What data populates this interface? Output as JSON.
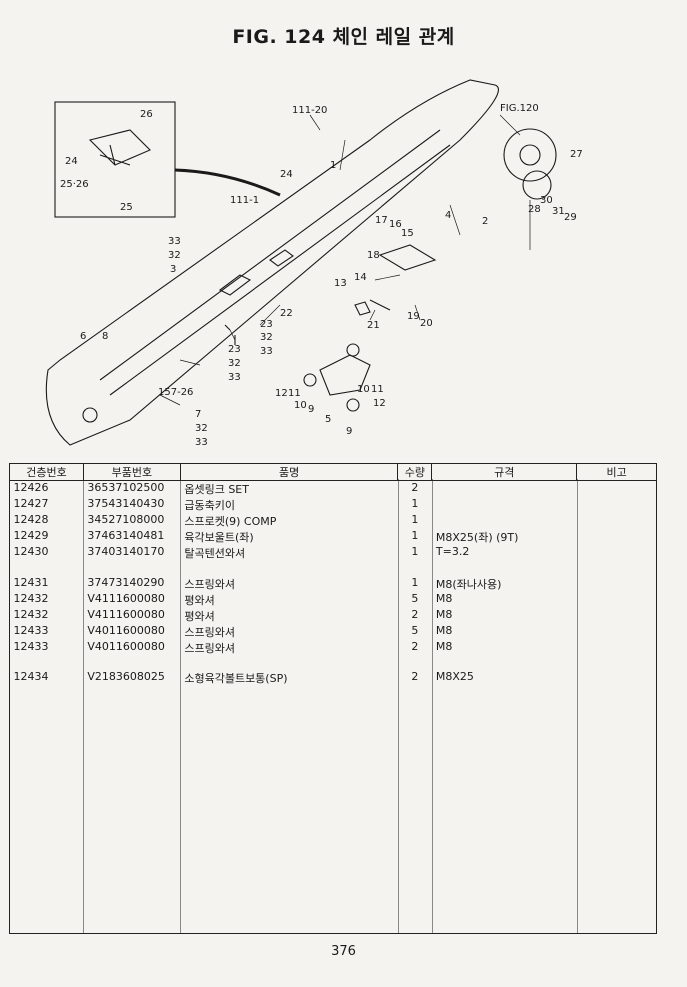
{
  "title": "FIG. 124 체인 레일 관계",
  "callouts": [
    "26",
    "24",
    "25·26",
    "25",
    "111-20",
    "111-1",
    "24",
    "1",
    "FIG.120",
    "27",
    "28",
    "30",
    "31",
    "29",
    "2",
    "4",
    "17",
    "16",
    "15",
    "18",
    "13",
    "14",
    "19",
    "20",
    "21",
    "33",
    "32",
    "3",
    "22",
    "23",
    "32",
    "33",
    "23",
    "32",
    "33",
    "6",
    "8",
    "157-26",
    "7",
    "32",
    "33",
    "12",
    "11",
    "10",
    "9",
    "5",
    "10",
    "11",
    "12",
    "9"
  ],
  "table": {
    "headers": [
      "건층번호",
      "부품번호",
      "품명",
      "수량",
      "규격",
      "비고"
    ],
    "rows": [
      {
        "no": "12426",
        "part": "36537102500",
        "name": "옵셋링크 SET",
        "qty": "2",
        "spec": "",
        "note": ""
      },
      {
        "no": "12427",
        "part": "37543140430",
        "name": "급동축키이",
        "qty": "1",
        "spec": "",
        "note": ""
      },
      {
        "no": "12428",
        "part": "34527108000",
        "name": "스프로켓(9) COMP",
        "qty": "1",
        "spec": "",
        "note": ""
      },
      {
        "no": "12429",
        "part": "37463140481",
        "name": "육각보울트(좌)",
        "qty": "1",
        "spec": "M8X25(좌) (9T)",
        "note": ""
      },
      {
        "no": "12430",
        "part": "37403140170",
        "name": "탈곡텐션와셔",
        "qty": "1",
        "spec": "T=3.2",
        "note": ""
      },
      {
        "no": "",
        "part": "",
        "name": "",
        "qty": "",
        "spec": "",
        "note": ""
      },
      {
        "no": "12431",
        "part": "37473140290",
        "name": "스프링와셔",
        "qty": "1",
        "spec": "M8(좌나사용)",
        "note": ""
      },
      {
        "no": "12432",
        "part": "V4111600080",
        "name": "평와셔",
        "qty": "5",
        "spec": "M8",
        "note": ""
      },
      {
        "no": "12432",
        "part": "V4111600080",
        "name": "평와셔",
        "qty": "2",
        "spec": "M8",
        "note": ""
      },
      {
        "no": "12433",
        "part": "V4011600080",
        "name": "스프링와셔",
        "qty": "5",
        "spec": "M8",
        "note": ""
      },
      {
        "no": "12433",
        "part": "V4011600080",
        "name": "스프링와셔",
        "qty": "2",
        "spec": "M8",
        "note": ""
      },
      {
        "no": "",
        "part": "",
        "name": "",
        "qty": "",
        "spec": "",
        "note": ""
      },
      {
        "no": "12434",
        "part": "V2183608025",
        "name": "소형육각볼트보통(SP)",
        "qty": "2",
        "spec": "M8X25",
        "note": ""
      }
    ]
  },
  "page_number": "376"
}
